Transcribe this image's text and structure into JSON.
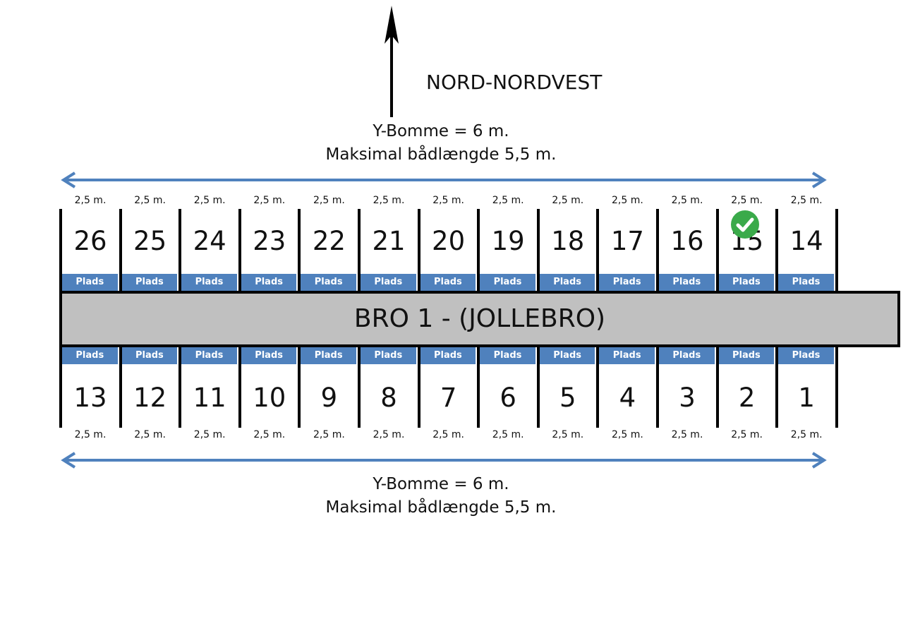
{
  "direction": {
    "label": "NORD-NORDVEST",
    "arrow_color": "#000000"
  },
  "top_dimension": {
    "line1": "Y-Bomme = 6 m.",
    "line2": "Maksimal bådlængde 5,5 m."
  },
  "bottom_dimension": {
    "line1": "Y-Bomme = 6 m.",
    "line2": "Maksimal bådlængde 5,5 m."
  },
  "span_arrow_color": "#4f81bd",
  "pier": {
    "label": "BRO 1 - (JOLLEBRO)",
    "fill": "#c0c0c0"
  },
  "plads_color": "#4f81bd",
  "top_row": [
    {
      "number": "26",
      "width": "2,5 m.",
      "plads": "Plads"
    },
    {
      "number": "25",
      "width": "2,5 m.",
      "plads": "Plads"
    },
    {
      "number": "24",
      "width": "2,5 m.",
      "plads": "Plads"
    },
    {
      "number": "23",
      "width": "2,5 m.",
      "plads": "Plads"
    },
    {
      "number": "22",
      "width": "2,5 m.",
      "plads": "Plads"
    },
    {
      "number": "21",
      "width": "2,5 m.",
      "plads": "Plads"
    },
    {
      "number": "20",
      "width": "2,5 m.",
      "plads": "Plads"
    },
    {
      "number": "19",
      "width": "2,5 m.",
      "plads": "Plads"
    },
    {
      "number": "18",
      "width": "2,5 m.",
      "plads": "Plads"
    },
    {
      "number": "17",
      "width": "2,5 m.",
      "plads": "Plads"
    },
    {
      "number": "16",
      "width": "2,5 m.",
      "plads": "Plads"
    },
    {
      "number": "15",
      "width": "2,5 m.",
      "plads": "Plads",
      "selected": true
    },
    {
      "number": "14",
      "width": "2,5 m.",
      "plads": "Plads"
    }
  ],
  "bottom_row": [
    {
      "number": "13",
      "width": "2,5 m.",
      "plads": "Plads"
    },
    {
      "number": "12",
      "width": "2,5 m.",
      "plads": "Plads"
    },
    {
      "number": "11",
      "width": "2,5 m.",
      "plads": "Plads"
    },
    {
      "number": "10",
      "width": "2,5 m.",
      "plads": "Plads"
    },
    {
      "number": "9",
      "width": "2,5 m.",
      "plads": "Plads"
    },
    {
      "number": "8",
      "width": "2,5 m.",
      "plads": "Plads"
    },
    {
      "number": "7",
      "width": "2,5 m.",
      "plads": "Plads"
    },
    {
      "number": "6",
      "width": "2,5 m.",
      "plads": "Plads"
    },
    {
      "number": "5",
      "width": "2,5 m.",
      "plads": "Plads"
    },
    {
      "number": "4",
      "width": "2,5 m.",
      "plads": "Plads"
    },
    {
      "number": "3",
      "width": "2,5 m.",
      "plads": "Plads"
    },
    {
      "number": "2",
      "width": "2,5 m.",
      "plads": "Plads"
    },
    {
      "number": "1",
      "width": "2,5 m.",
      "plads": "Plads"
    }
  ],
  "selected_icon": {
    "name": "check-circle-icon",
    "color": "#3aaa4a"
  }
}
